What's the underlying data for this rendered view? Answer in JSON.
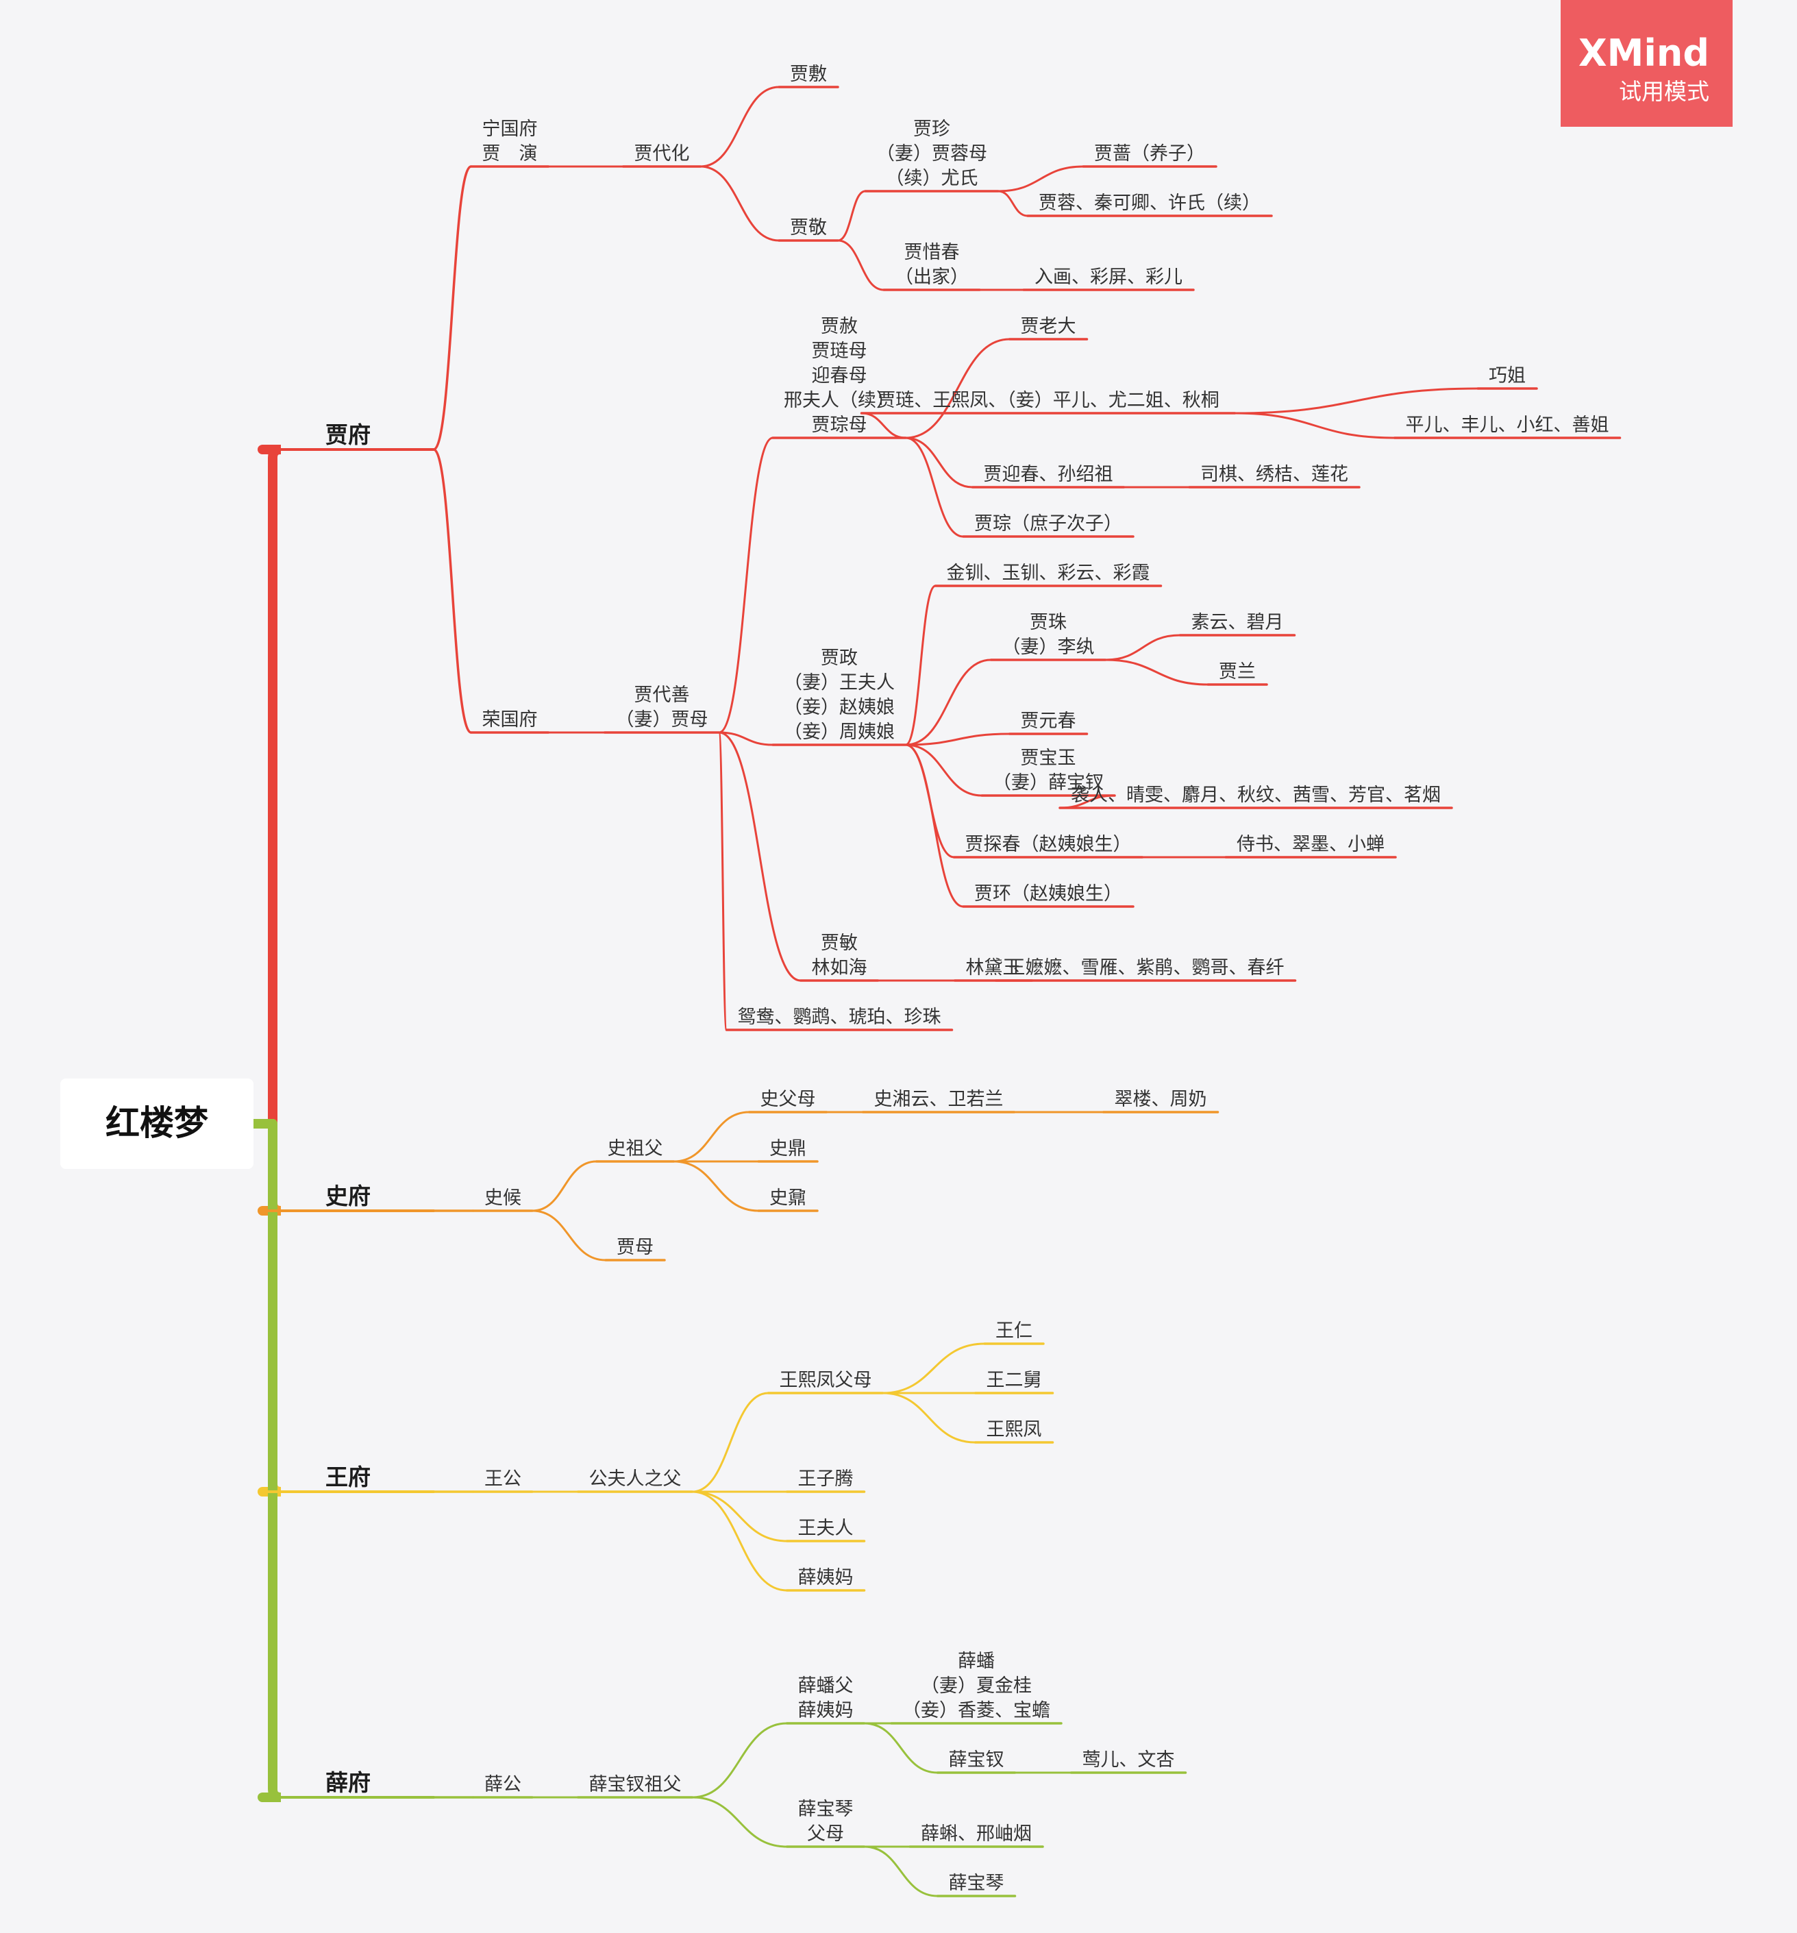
{
  "root": {
    "label": "红楼梦"
  },
  "watermark": {
    "title": "XMind",
    "subtitle": "试用模式",
    "color": "#ee5c60"
  },
  "colors": {
    "jia": "#e8433a",
    "shi": "#f0962a",
    "wang": "#f4c831",
    "xue": "#98c13c"
  },
  "branches": [
    {
      "label": "贾府",
      "children": [
        {
          "label": "宁国府\n贾　演",
          "children": [
            {
              "label": "贾代化",
              "children": [
                {
                  "label": "贾敷"
                },
                {
                  "label": "贾敬",
                  "children": [
                    {
                      "label": "贾珍\n（妻）贾蓉母\n（续）尤氏",
                      "children": [
                        {
                          "label": "贾蔷（养子）"
                        },
                        {
                          "label": "贾蓉、秦可卿、许氏（续）"
                        }
                      ]
                    },
                    {
                      "label": "贾惜春\n（出家）",
                      "children": [
                        {
                          "label": "入画、彩屏、彩儿"
                        }
                      ]
                    }
                  ]
                }
              ]
            }
          ]
        },
        {
          "label": "荣国府",
          "children": [
            {
              "label": "贾代善\n（妻）贾母",
              "children": [
                {
                  "label": "贾赦\n贾琏母\n迎春母\n邢夫人（续）\n贾琮母",
                  "children": [
                    {
                      "label": "贾老大"
                    },
                    {
                      "label": "贾琏、王熙凤、（妾）平儿、尤二姐、秋桐",
                      "children": [
                        {
                          "label": "巧姐"
                        },
                        {
                          "label": "平儿、丰儿、小红、善姐"
                        }
                      ]
                    },
                    {
                      "label": "贾迎春、孙绍祖",
                      "children": [
                        {
                          "label": "司棋、绣桔、莲花"
                        }
                      ]
                    },
                    {
                      "label": "贾琮（庶子次子）"
                    }
                  ]
                },
                {
                  "label": "贾政\n（妻）王夫人\n（妾）赵姨娘\n（妾）周姨娘",
                  "children": [
                    {
                      "label": "金钏、玉钏、彩云、彩霞"
                    },
                    {
                      "label": "贾珠\n（妻）李纨",
                      "children": [
                        {
                          "label": "素云、碧月"
                        },
                        {
                          "label": "贾兰"
                        }
                      ]
                    },
                    {
                      "label": "贾元春"
                    },
                    {
                      "label": "贾宝玉\n（妻）薛宝钗",
                      "children": [
                        {
                          "label": "袭人、晴雯、麝月、秋纹、茜雪、芳官、茗烟"
                        }
                      ]
                    },
                    {
                      "label": "贾探春（赵姨娘生）",
                      "children": [
                        {
                          "label": "侍书、翠墨、小蝉"
                        }
                      ]
                    },
                    {
                      "label": "贾环（赵姨娘生）"
                    }
                  ]
                },
                {
                  "label": "贾敏\n林如海",
                  "children": [
                    {
                      "label": "林黛玉",
                      "children": [
                        {
                          "label": "王嬷嬷、雪雁、紫鹃、鹦哥、春纤"
                        }
                      ]
                    }
                  ]
                },
                {
                  "label": "鸳鸯、鹦鹉、琥珀、珍珠"
                }
              ]
            }
          ]
        }
      ]
    },
    {
      "label": "史府",
      "children": [
        {
          "label": "史候",
          "children": [
            {
              "label": "史祖父",
              "children": [
                {
                  "label": "史父母",
                  "children": [
                    {
                      "label": "史湘云、卫若兰",
                      "children": [
                        {
                          "label": "翠楼、周奶"
                        }
                      ]
                    }
                  ]
                },
                {
                  "label": "史鼎"
                },
                {
                  "label": "史鼐"
                }
              ]
            },
            {
              "label": "贾母"
            }
          ]
        }
      ]
    },
    {
      "label": "王府",
      "children": [
        {
          "label": "王公",
          "children": [
            {
              "label": "公夫人之父",
              "children": [
                {
                  "label": "王熙凤父母",
                  "children": [
                    {
                      "label": "王仁"
                    },
                    {
                      "label": "王二舅"
                    },
                    {
                      "label": "王熙凤"
                    }
                  ]
                },
                {
                  "label": "王子腾"
                },
                {
                  "label": "王夫人"
                },
                {
                  "label": "薛姨妈"
                }
              ]
            }
          ]
        }
      ]
    },
    {
      "label": "薛府",
      "children": [
        {
          "label": "薛公",
          "children": [
            {
              "label": "薛宝钗祖父",
              "children": [
                {
                  "label": "薛蟠父\n薛姨妈",
                  "children": [
                    {
                      "label": "薛蟠\n（妻）夏金桂\n（妾）香菱、宝蟾"
                    },
                    {
                      "label": "薛宝钗",
                      "children": [
                        {
                          "label": "莺儿、文杏"
                        }
                      ]
                    }
                  ]
                },
                {
                  "label": "薛宝琴\n父母",
                  "children": [
                    {
                      "label": "薛蝌、邢岫烟"
                    },
                    {
                      "label": "薛宝琴"
                    }
                  ]
                }
              ]
            }
          ]
        }
      ]
    }
  ]
}
